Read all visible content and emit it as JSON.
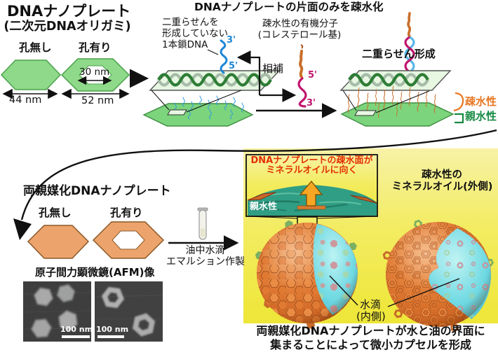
{
  "colors": {
    "green_plate": "#8FD98A",
    "orange_plate": "#EDA36C",
    "blue_strand": "#1E86D6",
    "magenta_strand": "#C0156E",
    "cholesterol_orange": "#C96F2B",
    "hydrophobic_text": "#E87722",
    "hydrophilic_text": "#168A43",
    "panel_yellow": "#F3EC62",
    "inset_red": "#E33000",
    "water_cyan": "#6FD9E2"
  },
  "top_left": {
    "title": "DNAナノプレート",
    "subtitle": "(二次元DNAオリガミ)",
    "no_hole": "孔無し",
    "with_hole": "孔有り",
    "dim_width": "44 nm",
    "dim_hole": "30 nm",
    "dim_outer": "52 nm"
  },
  "top_middle": {
    "title": "DNAナノプレートの片面のみを疎水化",
    "ssdna_label": [
      "二重らせんを",
      "形成していない",
      "1本鎖DNA"
    ],
    "hydrophobe_label": [
      "疎水性の有機分子",
      "(コレステロール基)"
    ],
    "complementary": "相補",
    "blue_3p": "3'",
    "blue_5p": "5'",
    "pink_5p": "5'",
    "pink_3p": "3'"
  },
  "top_right": {
    "duplex": "二重らせん形成",
    "hydrophobic": "疎水性",
    "hydrophilic": "親水性"
  },
  "amphiphile": {
    "title": "両親媒化DNAナノプレート",
    "no_hole": "孔無し",
    "with_hole": "孔有り"
  },
  "process": {
    "line1": "油中水滴",
    "line2": "エマルション作製"
  },
  "afm": {
    "title": "原子間力顕微鏡(AFM)像",
    "scale_left": "100 nm",
    "scale_right": "100 nm"
  },
  "capsule_panel": {
    "inset_line1": "DNAナノプレートの疎水面が",
    "inset_line2": "ミネラルオイルに向く",
    "inset_hydrophilic": "親水性",
    "oil_line1": "疎水性の",
    "oil_line2": "ミネラルオイル(外側)",
    "water_line1": "水滴",
    "water_line2": "(内側)"
  },
  "caption": {
    "line1": "両親媒化DNAナノプレートが水と油の界面に",
    "line2": "集まることによって微小カプセルを形成"
  }
}
